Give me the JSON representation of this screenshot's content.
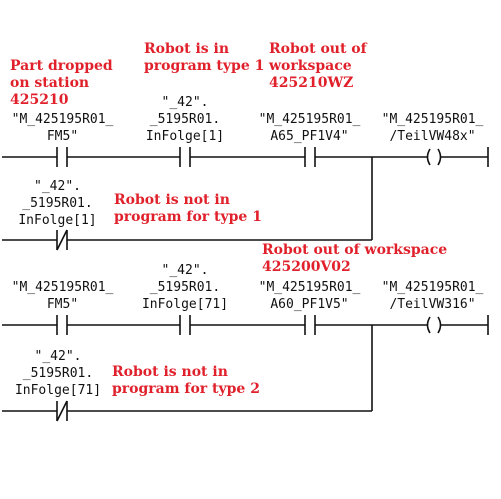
{
  "annotations": {
    "part_dropped": [
      "Part dropped",
      "on station",
      "425210"
    ],
    "robot_in_type1": [
      "Robot is in",
      "program type 1"
    ],
    "robot_out_ws_1": [
      "Robot out of",
      "workspace",
      "425210WZ"
    ],
    "robot_not_type1": [
      "Robot is not in",
      "program for type 1"
    ],
    "robot_out_ws_2": [
      "Robot out of workspace",
      "425200V02"
    ],
    "robot_not_type2": [
      "Robot is not in",
      "program for type 2"
    ]
  },
  "rung1": {
    "contact_fm5": [
      "\"M_425195R01_",
      "FM5\""
    ],
    "contact_infolge1": [
      "\"_42\".",
      "_5195R01.",
      "InFolge[1]"
    ],
    "contact_a65": [
      "\"M_425195R01_",
      "A65_PF1V4\""
    ],
    "coil_teilvw48x": [
      "\"M_425195R01_",
      "/TeilVW48x\""
    ],
    "branch_nc_infolge1": [
      "\"_42\".",
      "_5195R01.",
      "InFolge[1]"
    ]
  },
  "rung2": {
    "contact_fm5": [
      "\"M_425195R01_",
      "FM5\""
    ],
    "contact_infolge71": [
      "\"_42\".",
      "_5195R01.",
      "InFolge[71]"
    ],
    "contact_a60": [
      "\"M_425195R01_",
      "A60_PF1V5\""
    ],
    "coil_teilvw316": [
      "\"M_425195R01_",
      "/TeilVW316\""
    ],
    "branch_nc_infolge71": [
      "\"_42\".",
      "_5195R01.",
      "InFolge[71]"
    ]
  },
  "colors": {
    "annotation": "#e0202a",
    "wire": "#111111",
    "tag_text": "#111111"
  },
  "symbols": {
    "contact_no": "normally-open-contact",
    "contact_nc": "normally-closed-contact",
    "coil": "output-coil"
  }
}
